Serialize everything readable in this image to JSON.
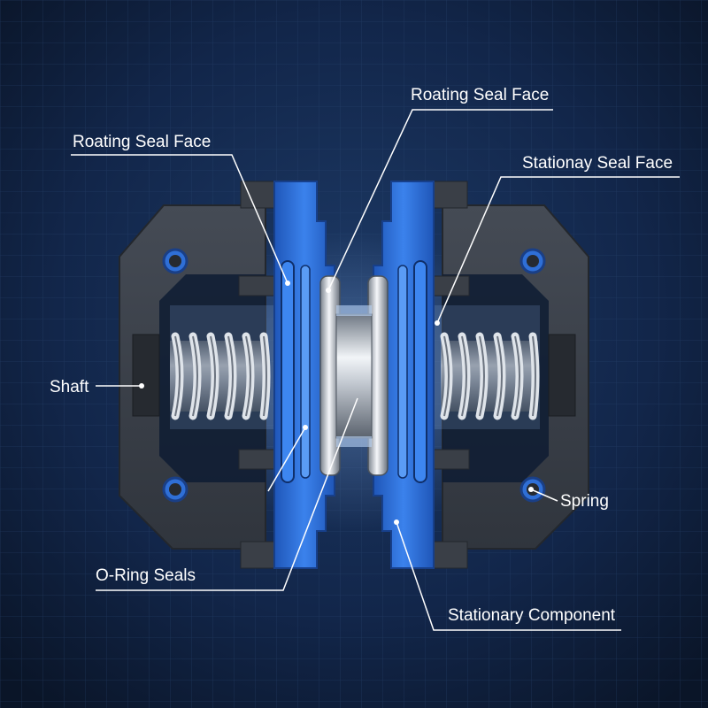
{
  "labels": {
    "rotating_face_top": "Roating Seal Face",
    "rotating_face_left": "Roating Seal Face",
    "stationary_face": "Stationay Seal Face",
    "shaft": "Shaft",
    "spring": "Spring",
    "o_ring_seals": "O-Ring Seals",
    "stationary_component": "Stationary Component"
  },
  "colors": {
    "background": "#0d1a30",
    "grid": "#1f3556",
    "housing": "#3a3f47",
    "seal_blue": "#2f6fd6",
    "leader": "#ffffff"
  }
}
